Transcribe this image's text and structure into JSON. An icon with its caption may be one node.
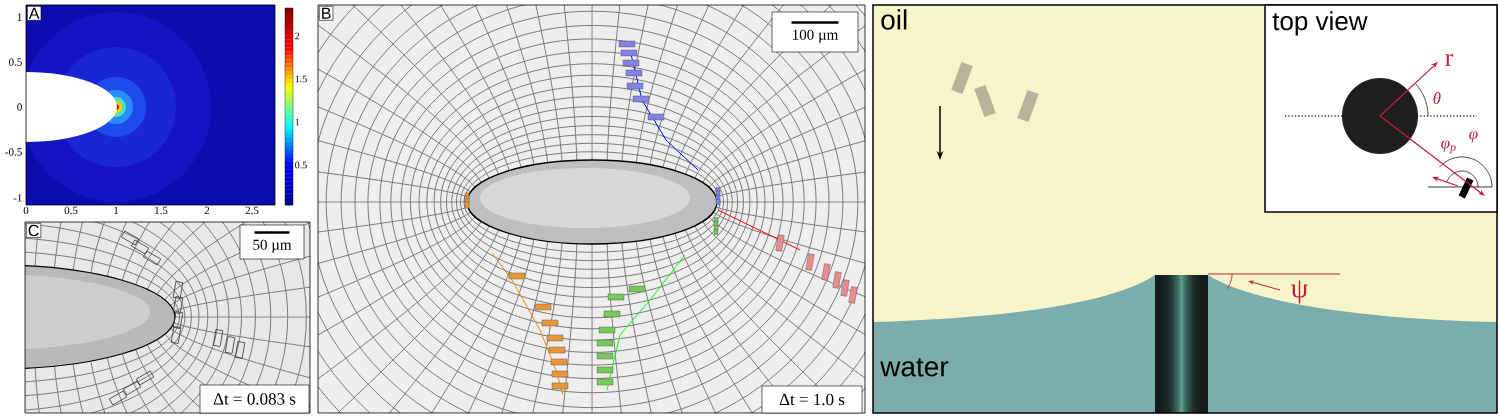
{
  "diagram": {
    "nodes": [
      {
        "text": [
          "A"
        ]
      },
      {
        "text": [
          "B"
        ]
      },
      {
        "text": [
          "100 µm"
        ],
        "in": 1
      },
      {
        "text": [
          "Δt = 1.0 s"
        ],
        "in": 1
      },
      {
        "text": [
          "C"
        ]
      },
      {
        "text": [
          "50 µm"
        ],
        "in": 4
      },
      {
        "text": [
          "Δt = 0.083 s"
        ],
        "in": 4
      },
      {
        "text": [
          "oil",
          "water"
        ]
      },
      {
        "text": [
          "top view"
        ],
        "in": 7
      }
    ],
    "labels": [
      "1",
      "0.5",
      "0",
      "-0.5",
      "-1",
      "0",
      "0.5",
      "1",
      "1.5",
      "2",
      "2.5",
      "2",
      "1.5",
      "1",
      "0.5",
      "r",
      "θ",
      "φ",
      "φ$_{p}$",
      "ψ"
    ]
  }
}
